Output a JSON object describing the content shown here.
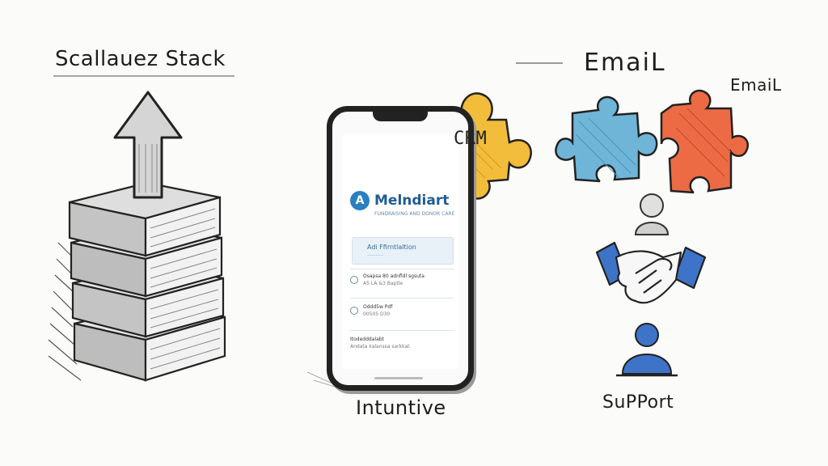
{
  "labels": {
    "stack_title": "Scallauez Stack",
    "email_big": "EmaiL",
    "email_small": "EmaiL",
    "intuitive": "Intuntive",
    "support": "SuPPort",
    "crm": "CRM"
  },
  "phone": {
    "logo_glyph": "A",
    "brand_name": "Melndiart",
    "brand_tagline": "FUNDRAISING AND DONOR CARE",
    "header_card": {
      "title": "Adi Ffirntlaltion",
      "subtitle": "————"
    },
    "rows": [
      {
        "title": "Osapsa 80 adnfldl sgsuta",
        "sub": "A5 LA &3 Baptle"
      },
      {
        "title": "Oddd5w Pdf",
        "sub": "00505 D30"
      },
      {
        "title": "Itodedddalabt",
        "sub": "Andata kalanssa sarkkat"
      }
    ]
  },
  "colors": {
    "puzzle_crm": "#f1bd3a",
    "puzzle_blue": "#6fb5d8",
    "puzzle_red": "#ec6b45",
    "person_blue": "#3e74c7",
    "person_gray": "#d9d9d9",
    "ink": "#1d1d1d"
  },
  "icons": [
    "arrow-up-icon",
    "book-stack-icon",
    "puzzle-piece-icon",
    "person-icon",
    "handshake-icon"
  ]
}
